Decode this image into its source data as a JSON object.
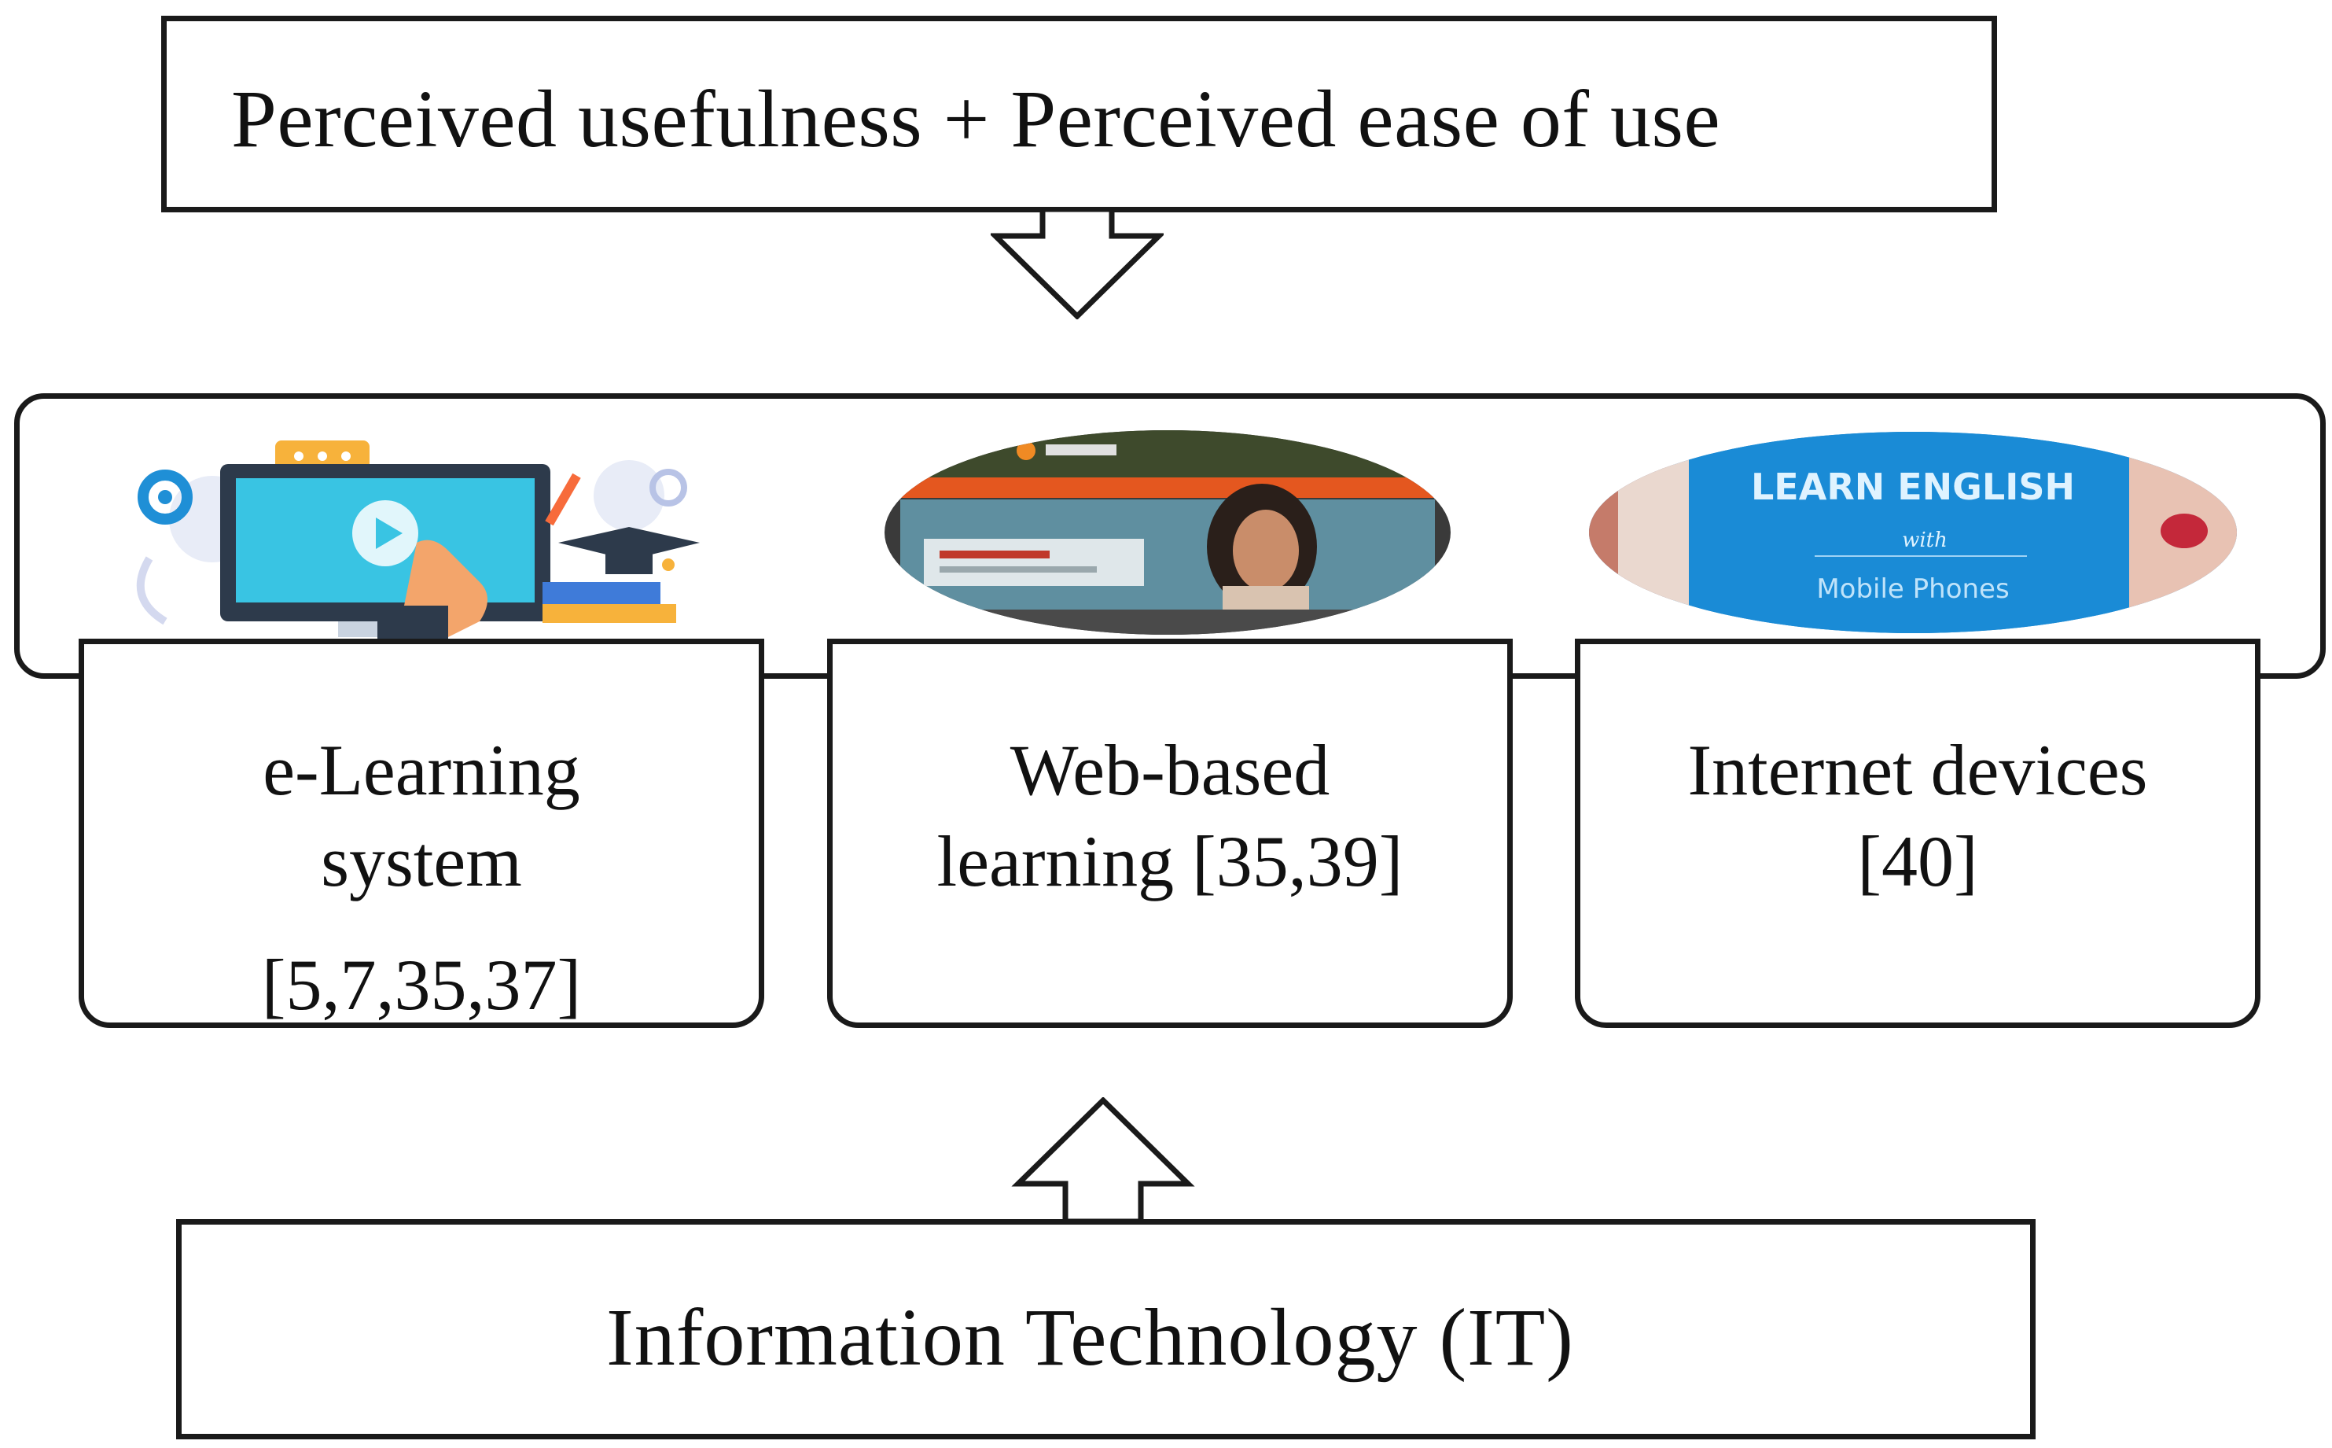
{
  "diagram": {
    "top_box": {
      "label": "Perceived usefulness + Perceived ease of use"
    },
    "bottom_box": {
      "label": "Information Technology (IT)"
    },
    "items": [
      {
        "line1": "e-Learning",
        "line2": "system",
        "ref": "[5,7,35,37]",
        "icon": "e-learning-illustration"
      },
      {
        "line1": "Web-based",
        "line2": "learning [35,39]",
        "icon": "web-page-screenshot"
      },
      {
        "line1": "Internet devices",
        "line2": "[40]",
        "icon": "mobile-phone-photo"
      }
    ],
    "phone_image_text": {
      "line1": "LEARN ENGLISH",
      "line2": "with",
      "line3": "Mobile Phones"
    },
    "arrows": {
      "top": "down-arrow",
      "bottom": "up-arrow"
    }
  }
}
